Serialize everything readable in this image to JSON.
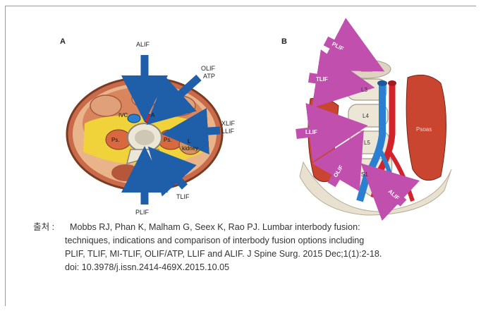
{
  "panels": {
    "a": {
      "label": "A",
      "approaches": {
        "alif": "ALIF",
        "olif_atp_1": "OLIF",
        "olif_atp_2": "ATP",
        "xlif_1": "XLIF",
        "xlif_2": "LLIF",
        "tlif": "TLIF",
        "plif": "PLIF"
      },
      "anatomy": {
        "ivc": "IVC",
        "aorta": "A",
        "psoas_left": "Ps.",
        "psoas_right": "Ps.",
        "kidney_1": "L",
        "kidney_2": "kidney"
      }
    },
    "b": {
      "label": "B",
      "approaches": {
        "plif": "PLIF",
        "tlif": "TLIF",
        "llif": "LLIF",
        "olif": "OLIF",
        "alif": "ALIF"
      },
      "anatomy": {
        "l3": "L3",
        "l4": "L4",
        "l5": "L5",
        "s1": "S1",
        "psoas": "Psoas"
      }
    }
  },
  "citation": {
    "prefix": "출처 :",
    "line1": "Mobbs RJ, Phan K, Malham G, Seex K, Rao PJ. Lumbar interbody fusion:",
    "line2": "techniques, indications and comparison of interbody fusion options including",
    "line3": "PLIF, TLIF, MI-TLIF, OLIF/ATP, LLIF and ALIF. J Spine Surg. 2015 Dec;1(1):2-18.",
    "line4": "doi: 10.3978/j.issn.2414-469X.2015.10.05"
  },
  "colors": {
    "arrow_blue": "#1f5ea8",
    "arrow_pink": "#c04fae",
    "muscle_red": "#c9452f",
    "fat_yellow": "#f0d23a",
    "bone": "#e8e1cf",
    "aorta_red": "#d2232a",
    "vein_blue": "#2a7fd0"
  }
}
